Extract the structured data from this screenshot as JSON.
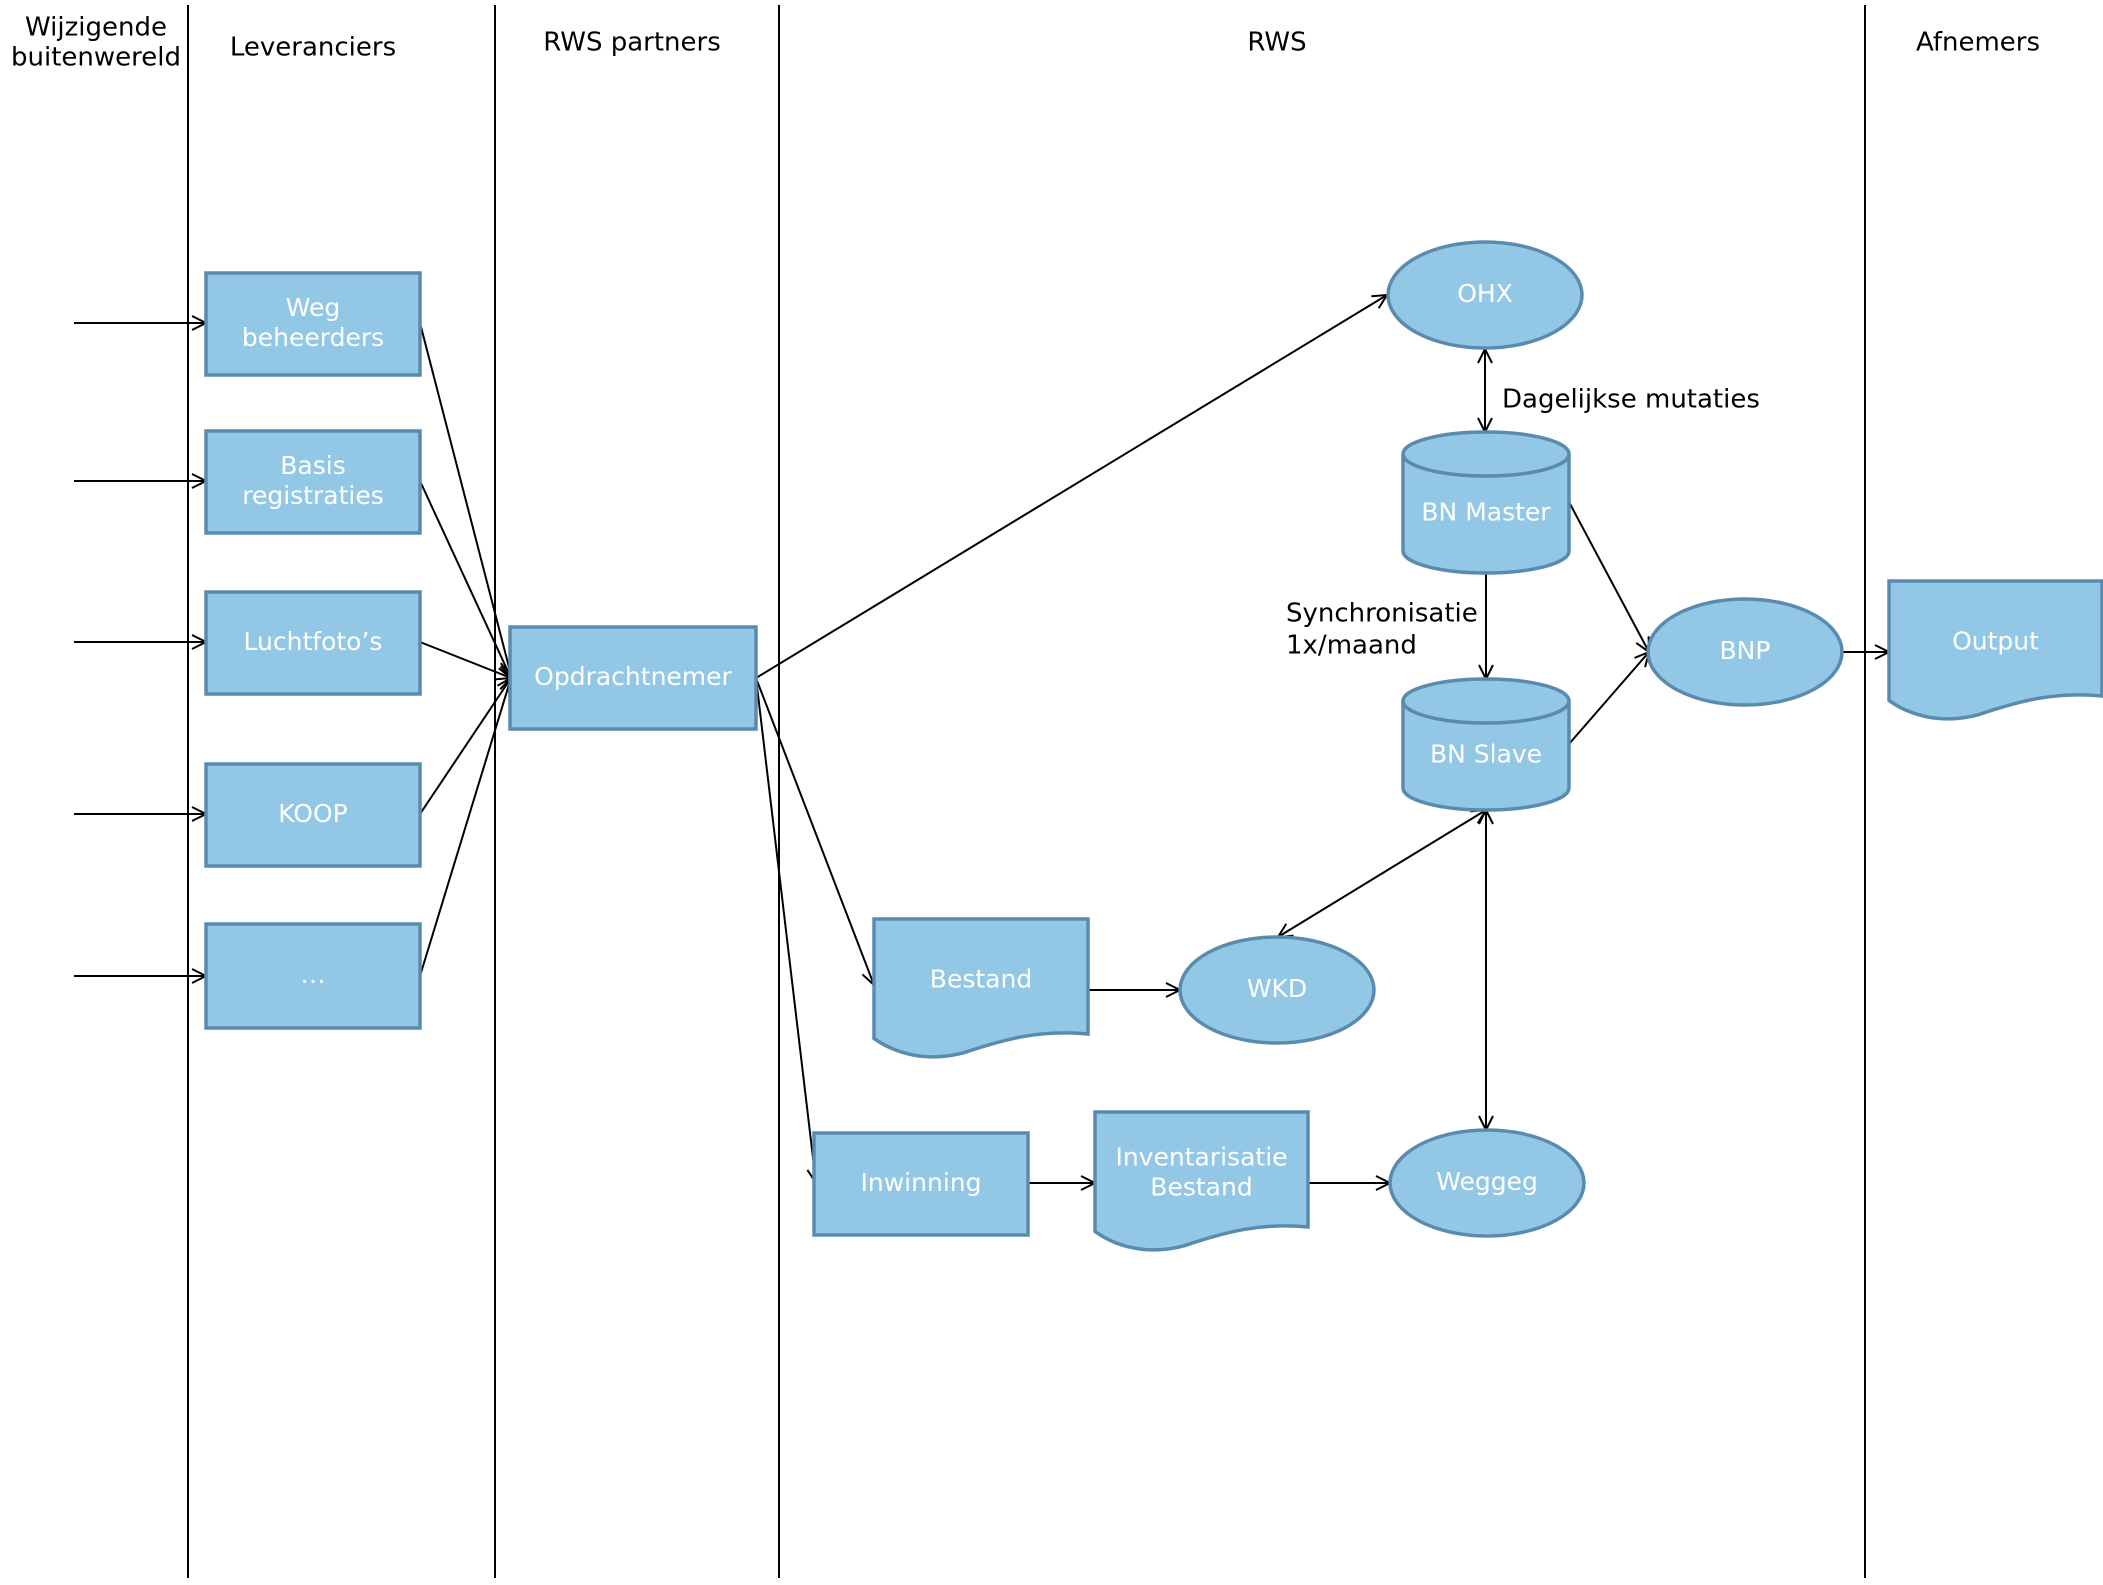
{
  "colors": {
    "node_fill": "#92C8E6",
    "node_stroke": "#5A8BAF",
    "line": "#000000",
    "label_text": "#ffffff"
  },
  "lanes": [
    {
      "id": "lane-wijzigende",
      "title_lines": [
        "Wijzigende",
        "buitenwereld"
      ]
    },
    {
      "id": "lane-leveranciers",
      "title_lines": [
        "Leveranciers"
      ]
    },
    {
      "id": "lane-rws-partners",
      "title_lines": [
        "RWS partners"
      ]
    },
    {
      "id": "lane-rws",
      "title_lines": [
        "RWS"
      ]
    },
    {
      "id": "lane-afnemers",
      "title_lines": [
        "Afnemers"
      ]
    }
  ],
  "nodes": {
    "weg": {
      "shape": "rect",
      "lines": [
        "Weg",
        "beheerders"
      ]
    },
    "basis": {
      "shape": "rect",
      "lines": [
        "Basis",
        "registraties"
      ]
    },
    "lucht": {
      "shape": "rect",
      "lines": [
        "Luchtfoto’s"
      ]
    },
    "koop": {
      "shape": "rect",
      "lines": [
        "KOOP"
      ]
    },
    "dots": {
      "shape": "rect",
      "lines": [
        "…"
      ]
    },
    "opdracht": {
      "shape": "rect",
      "lines": [
        "Opdrachtnemer"
      ]
    },
    "ohx": {
      "shape": "ellipse",
      "lines": [
        "OHX"
      ]
    },
    "bnmaster": {
      "shape": "cylinder",
      "lines": [
        "BN Master"
      ]
    },
    "bnslave": {
      "shape": "cylinder",
      "lines": [
        "BN Slave"
      ]
    },
    "bnp": {
      "shape": "ellipse",
      "lines": [
        "BNP"
      ]
    },
    "output": {
      "shape": "document",
      "lines": [
        "Output"
      ]
    },
    "bestand": {
      "shape": "document",
      "lines": [
        "Bestand"
      ]
    },
    "wkd": {
      "shape": "ellipse",
      "lines": [
        "WKD"
      ]
    },
    "inwinning": {
      "shape": "rect",
      "lines": [
        "Inwinning"
      ]
    },
    "invbestand": {
      "shape": "document",
      "lines": [
        "Inventarisatie",
        "Bestand"
      ]
    },
    "weggeg": {
      "shape": "ellipse",
      "lines": [
        "Weggeg"
      ]
    }
  },
  "edges": [
    {
      "from": "input-1",
      "to": "weg",
      "type": "arrow"
    },
    {
      "from": "input-2",
      "to": "basis",
      "type": "arrow"
    },
    {
      "from": "input-3",
      "to": "lucht",
      "type": "arrow"
    },
    {
      "from": "input-4",
      "to": "koop",
      "type": "arrow"
    },
    {
      "from": "input-5",
      "to": "dots",
      "type": "arrow"
    },
    {
      "from": "weg",
      "to": "opdracht",
      "type": "arrow"
    },
    {
      "from": "basis",
      "to": "opdracht",
      "type": "arrow"
    },
    {
      "from": "lucht",
      "to": "opdracht",
      "type": "arrow"
    },
    {
      "from": "koop",
      "to": "opdracht",
      "type": "arrow"
    },
    {
      "from": "dots",
      "to": "opdracht",
      "type": "arrow"
    },
    {
      "from": "opdracht",
      "to": "ohx",
      "type": "arrow"
    },
    {
      "from": "opdracht",
      "to": "bestand",
      "type": "arrow"
    },
    {
      "from": "opdracht",
      "to": "inwinning",
      "type": "arrow"
    },
    {
      "from": "ohx",
      "to": "bnmaster",
      "type": "double",
      "label_lines": [
        "Dagelijkse mutaties"
      ]
    },
    {
      "from": "bnmaster",
      "to": "bnslave",
      "type": "arrow",
      "label_lines": [
        "Synchronisatie",
        "1x/maand"
      ]
    },
    {
      "from": "bnmaster",
      "to": "bnp",
      "type": "arrow"
    },
    {
      "from": "bnslave",
      "to": "bnp",
      "type": "arrow"
    },
    {
      "from": "bnp",
      "to": "output",
      "type": "arrow"
    },
    {
      "from": "bestand",
      "to": "wkd",
      "type": "arrow"
    },
    {
      "from": "wkd",
      "to": "bnslave",
      "type": "double"
    },
    {
      "from": "inwinning",
      "to": "invbestand",
      "type": "arrow"
    },
    {
      "from": "invbestand",
      "to": "weggeg",
      "type": "arrow"
    },
    {
      "from": "bnslave",
      "to": "weggeg",
      "type": "double"
    }
  ]
}
